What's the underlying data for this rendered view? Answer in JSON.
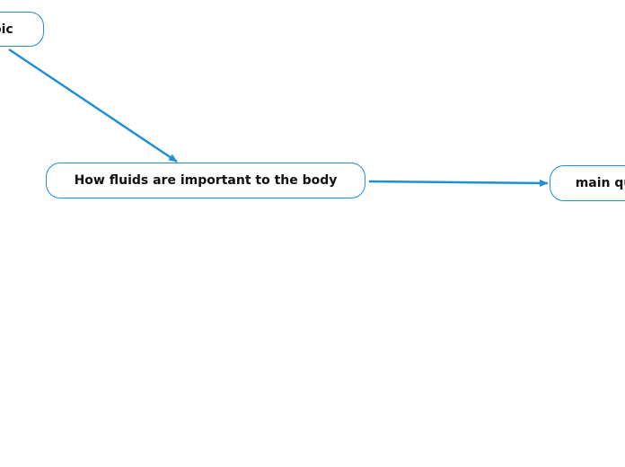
{
  "diagram": {
    "type": "mind-map",
    "accent_color": "#1f8fd6",
    "nodes": {
      "topic": {
        "label": "Topic"
      },
      "main_topic": {
        "label": "How fluids are important to the body"
      },
      "main_question": {
        "label": "main question"
      }
    },
    "edges": [
      {
        "from": "topic",
        "to": "main_topic"
      },
      {
        "from": "main_topic",
        "to": "main_question"
      }
    ]
  }
}
